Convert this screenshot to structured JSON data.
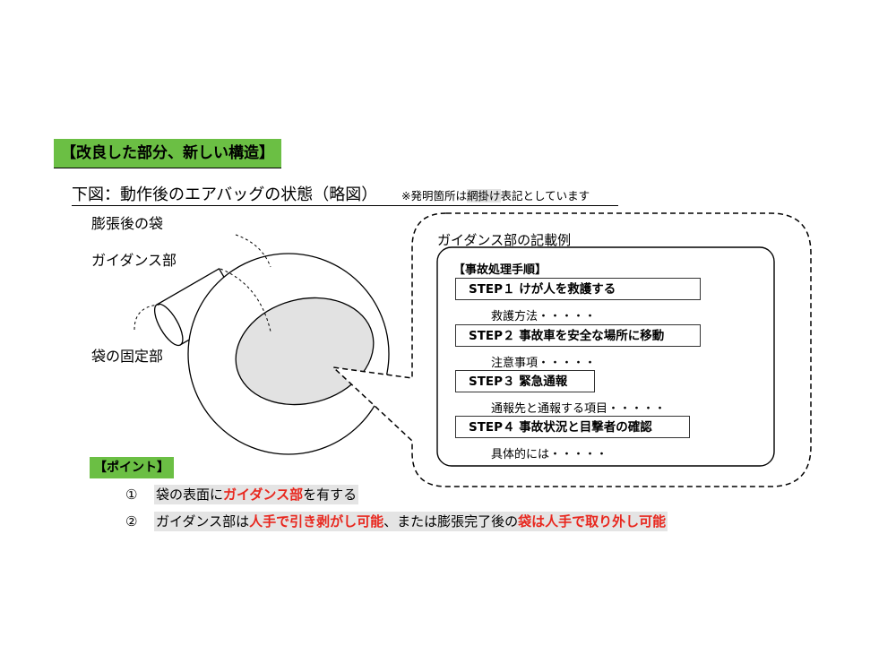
{
  "heading": "【改良した部分、新しい構造】",
  "subtitle": "下図：動作後のエアバッグの状態（略図）",
  "note": {
    "prefix": "※発明箇所は",
    "mesh": "網掛け",
    "suffix": "表記としています"
  },
  "labels": {
    "inflated_bag": "膨張後の袋",
    "guidance": "ガイダンス部",
    "fixing": "袋の固定部"
  },
  "example": {
    "title": "ガイダンス部の記載例",
    "procedure_title": "【事故処理手順】",
    "steps": [
      {
        "label": "STEP１  けが人を救護する",
        "detail": "救護方法・・・・・"
      },
      {
        "label": "STEP２   事故車を安全な場所に移動",
        "detail": "注意事項・・・・・"
      },
      {
        "label": "STEP３   緊急通報",
        "detail": "通報先と通報する項目・・・・・"
      },
      {
        "label": "STEP４   事故状況と目撃者の確認",
        "detail": "具体的には・・・・・"
      }
    ]
  },
  "points": {
    "heading": "【ポイント】",
    "items": [
      {
        "num": "①",
        "parts": [
          "袋の表面に",
          "ガイダンス部",
          "を有する"
        ]
      },
      {
        "num": "②",
        "parts": [
          "ガイダンス部は",
          "人手で引き剥がし可能",
          "、または膨張完了後の",
          "袋は人手で取り外し可能"
        ]
      }
    ]
  },
  "colors": {
    "heading_bg": "#6bbf44",
    "highlight_red": "#e8271e",
    "mesh_gray": "#e2e2e2"
  }
}
